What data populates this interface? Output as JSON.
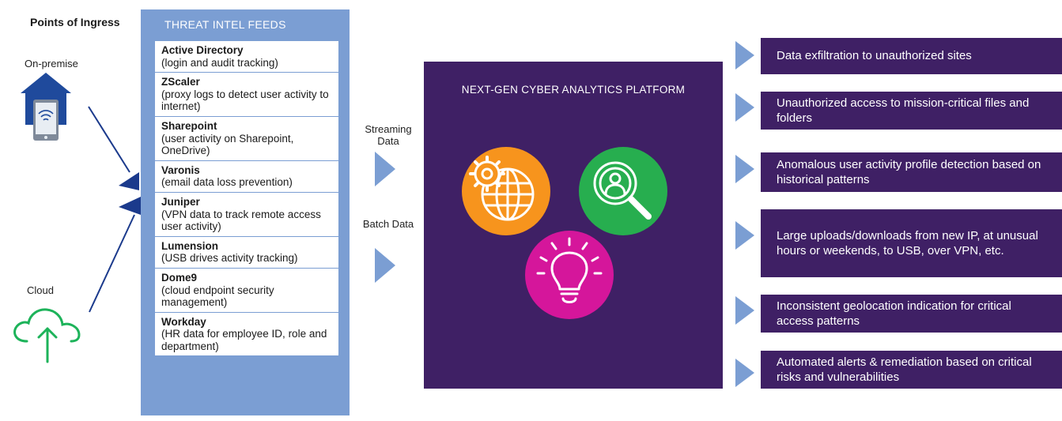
{
  "ingress": {
    "title": "Points of Ingress",
    "on_premise_label": "On-premise",
    "cloud_label": "Cloud",
    "icons": [
      "house-with-mobile-device-icon",
      "cloud-upload-icon"
    ]
  },
  "feeds": {
    "header": "THREAT INTEL FEEDS",
    "items": [
      {
        "name": "Active Directory",
        "desc": "(login and audit tracking)"
      },
      {
        "name": "ZScaler",
        "desc": "(proxy logs to detect user activity to internet)"
      },
      {
        "name": "Sharepoint",
        "desc": "(user activity on Sharepoint, OneDrive)"
      },
      {
        "name": "Varonis",
        "desc": "(email data loss prevention)"
      },
      {
        "name": "Juniper",
        "desc": "(VPN data to track remote access user activity)"
      },
      {
        "name": "Lumension",
        "desc": "(USB drives activity tracking)"
      },
      {
        "name": "Dome9",
        "desc": "(cloud endpoint security management)"
      },
      {
        "name": "Workday",
        "desc": "(HR data for employee ID, role and department)"
      }
    ]
  },
  "flow": {
    "streaming": "Streaming Data",
    "batch": "Batch Data"
  },
  "platform": {
    "title": "NEXT-GEN CYBER ANALYTICS PLATFORM",
    "icons": [
      "globe-gear-icon",
      "magnifier-person-icon",
      "lightbulb-icon"
    ]
  },
  "outcomes": [
    "Data exfiltration to unauthorized sites",
    "Unauthorized access to mission-critical files and folders",
    "Anomalous user activity profile detection based on historical patterns",
    "Large uploads/downloads from new IP, at unusual hours or weekends, to USB, over VPN, etc.",
    "Inconsistent geolocation indication for critical access patterns",
    "Automated alerts & remediation based on critical risks and vulnerabilities"
  ],
  "colors": {
    "panel_blue": "#7b9ed3",
    "arrow_light_blue": "#7b9ed3",
    "ingress_arrow_navy": "#1b3a8c",
    "house_blue": "#1f4a9c",
    "platform_purple": "#3f2065",
    "globe_orange": "#f7941d",
    "search_green": "#27ae4f",
    "bulb_magenta": "#d5169b",
    "cloud_green": "#1db35a"
  }
}
